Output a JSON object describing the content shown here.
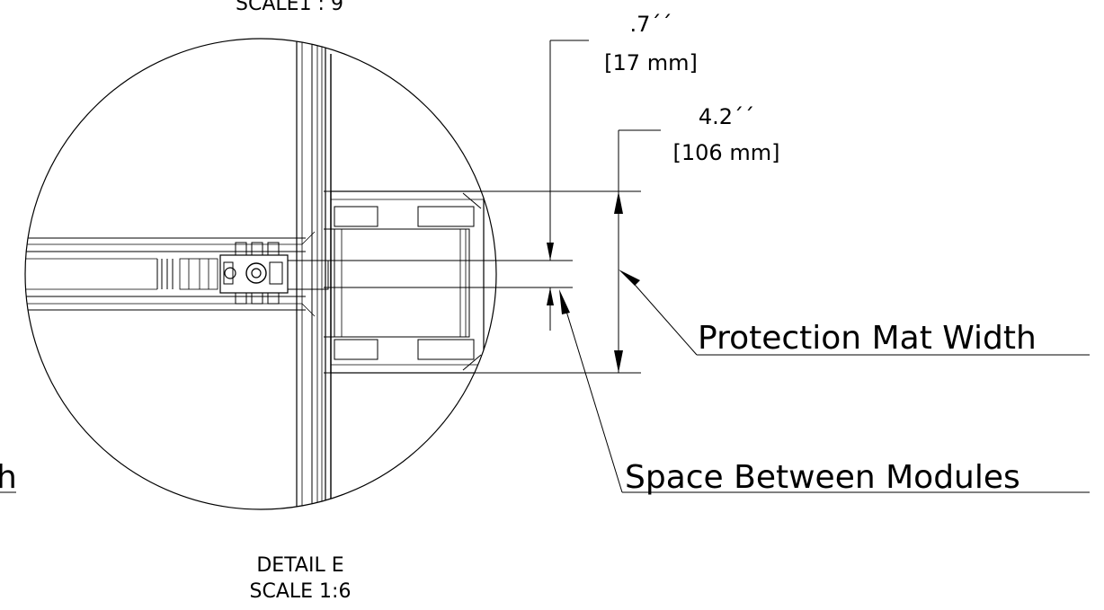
{
  "top_view": {
    "scale_label": "SCALE1 : 9"
  },
  "dimensions": {
    "gap": {
      "inches": ".7´´",
      "mm": "[17 mm]"
    },
    "mat": {
      "inches": "4.2´´",
      "mm": "[106 mm]"
    }
  },
  "callouts": {
    "mat_width": "Protection Mat Width",
    "space_between": "Space Between Modules",
    "left_cut": "h"
  },
  "detail": {
    "title": "DETAIL E",
    "scale": "SCALE 1:6"
  },
  "colors": {
    "line": "#000000",
    "background": "#ffffff"
  }
}
